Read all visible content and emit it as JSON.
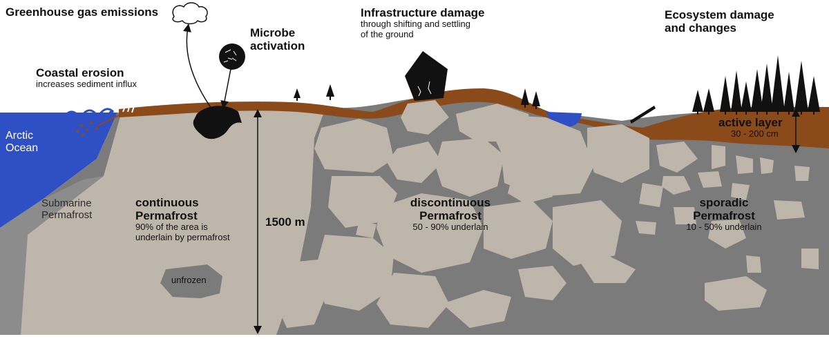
{
  "labels": {
    "greenhouse": "Greenhouse gas emissions",
    "microbe_1": "Microbe",
    "microbe_2": "activation",
    "infra_title": "Infrastructure damage",
    "infra_sub_1": "through shifting and settling",
    "infra_sub_2": "of the ground",
    "eco_1": "Ecosystem damage",
    "eco_2": "and changes",
    "coastal_title": "Coastal erosion",
    "coastal_sub": "increases sediment influx",
    "arctic_1": "Arctic",
    "arctic_2": "Ocean",
    "submarine_1": "Submarine",
    "submarine_2": "Permafrost",
    "continuous_1": "continuous",
    "continuous_2": "Permafrost",
    "continuous_sub_1": "90% of the area is",
    "continuous_sub_2": "underlain by permafrost",
    "depth": "1500 m",
    "unfrozen": "unfrozen",
    "discontinuous_1": "discontinuous",
    "discontinuous_2": "Permafrost",
    "discontinuous_sub": "50 - 90% underlain",
    "sporadic_1": "sporadic",
    "sporadic_2": "Permafrost",
    "sporadic_sub": "10 - 50% underlain",
    "active_layer": "active layer",
    "active_layer_sub": "30 - 200 cm"
  },
  "colors": {
    "ocean": "#2f4fc4",
    "active_layer": "#8a4a1a",
    "permafrost_light": "#bfb6ab",
    "permafrost_dark": "#7b7b7b",
    "shelf": "#8c8c8c",
    "ink": "#111111"
  },
  "icons": [
    "cloud-icon",
    "microbe-icon",
    "house-icon",
    "tree-icon",
    "wave-icon",
    "carcass-icon",
    "arrow-icon"
  ]
}
